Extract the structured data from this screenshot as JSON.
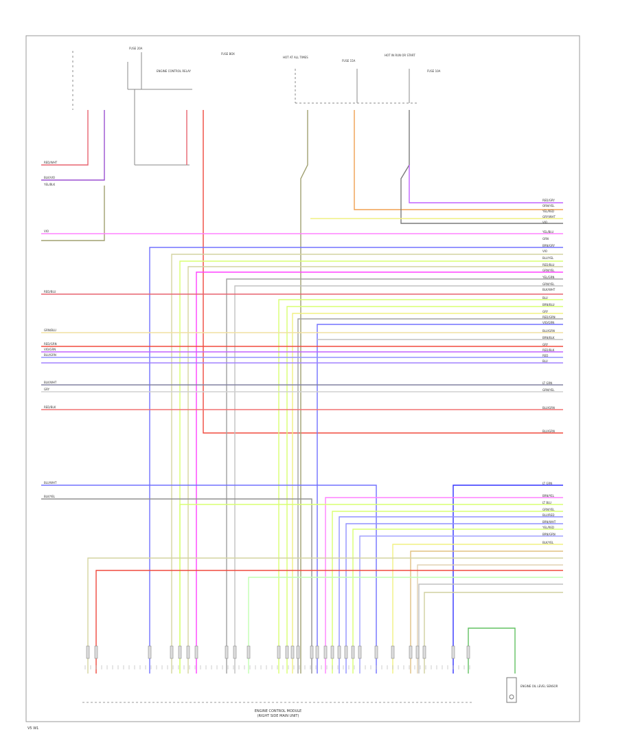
{
  "diagram_title": "ENGINE CONTROL MODULE",
  "diagram_subtitle": "(RIGHT SIDE MAIN UNIT)",
  "page_label": "V5 W1",
  "top_components": [
    {
      "id": "fuse-relay-1",
      "text": "FUSE 20A"
    },
    {
      "id": "main-relay",
      "text": "ENGINE CONTROL RELAY"
    },
    {
      "id": "fuse-box",
      "text": "FUSE BOX"
    },
    {
      "id": "term-30-1",
      "text": "HOT AT ALL TIMES"
    },
    {
      "id": "fuse-15a",
      "text": "FUSE 15A"
    },
    {
      "id": "term-30-2",
      "text": "HOT IN RUN OR START"
    },
    {
      "id": "fuse-right",
      "text": "FUSE 10A"
    }
  ],
  "left_wire_labels": [
    "RED/WHT",
    "BLK/VIO",
    "YEL/BLK",
    "VIO",
    "RED/BLU",
    "GRN/BLU",
    "RED/GRN",
    "VIO/GRN",
    "BLU/GRN",
    "BLK/WHT",
    "GRY",
    "RED/BLK",
    "BLU/WHT",
    "BLK/YEL"
  ],
  "right_wire_labels": [
    "RED/GRY",
    "ORN/YEL",
    "YEL/RED",
    "GRY/WHT",
    "VIO",
    "YEL/BLU",
    "GRN",
    "BRN/GRY",
    "VIO",
    "BLU/YEL",
    "RED/BLU",
    "GRN/YEL",
    "YEL/GRN",
    "GRN/YEL",
    "BLK/WHT",
    "BLU",
    "BRN/BLU",
    "GRY",
    "RED/GRN",
    "VIO/GRN",
    "BLU/GRN",
    "BRN/BLK",
    "GRY",
    "RED/BLK",
    "RED",
    "BLU",
    "LT GRN",
    "GRN/YEL",
    "BLU/GRN",
    "BLU/GRN",
    "LT GRN",
    "BRN/YEL",
    "LT BLU",
    "GRN/YEL",
    "BLU/RED",
    "BRN/WHT",
    "YEL/RED",
    "BRN/GRN",
    "BLK/YEL"
  ],
  "sensor_label": "ENGINE OIL LEVEL SENSOR"
}
